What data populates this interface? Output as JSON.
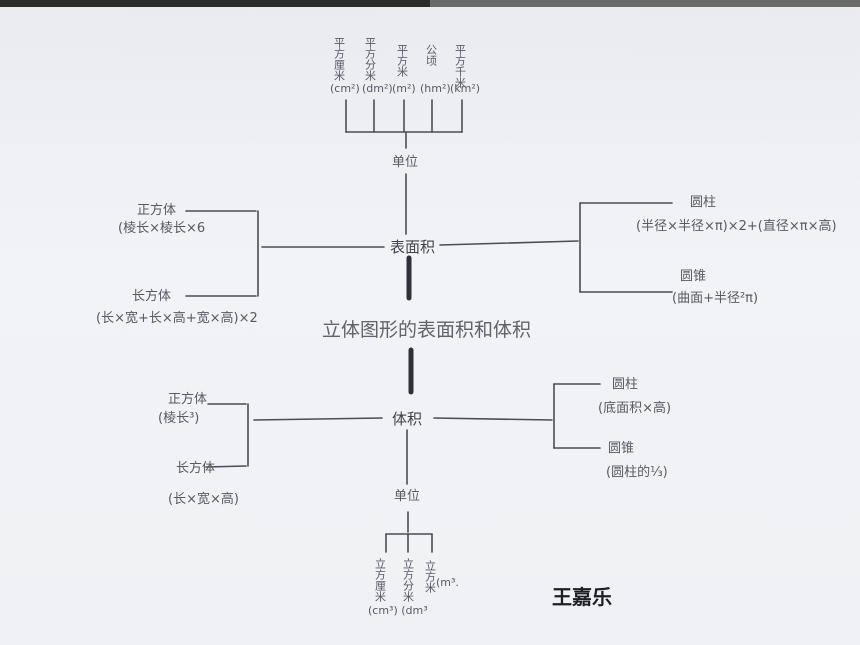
{
  "title": "立体图形的表面积和体积",
  "surface_area": {
    "hub": "表面积",
    "unit_hub": "单位",
    "units": [
      {
        "name": "平方厘米",
        "sym": "(cm²)"
      },
      {
        "name": "平方分米",
        "sym": "(dm²)"
      },
      {
        "name": "平方米",
        "sym": "(m²)"
      },
      {
        "name": "公顷",
        "sym": "(hm²)"
      },
      {
        "name": "平方千米",
        "sym": "(km²)"
      }
    ],
    "left": [
      {
        "name": "正方体",
        "formula": "(棱长×棱长×6"
      },
      {
        "name": "长方体",
        "formula": "(长×宽+长×高+宽×高)×2"
      }
    ],
    "right": [
      {
        "name": "圆柱",
        "formula": "(半径×半径×π)×2+(直径×π×高)"
      },
      {
        "name": "圆锥",
        "formula": "(曲面+半径²π)"
      }
    ]
  },
  "volume": {
    "hub": "体积",
    "unit_hub": "单位",
    "units": [
      {
        "name": "立方厘米"
      },
      {
        "name": "立方分米"
      },
      {
        "name": "立方米",
        "sym": "(m³."
      }
    ],
    "unit_syms": "(cm³) (dm³",
    "left": [
      {
        "name": "正方体",
        "formula": "(棱长³)"
      },
      {
        "name": "长方体",
        "formula": "(长×宽×高)"
      }
    ],
    "right": [
      {
        "name": "圆柱",
        "formula": "(底面积×高)"
      },
      {
        "name": "圆锥",
        "formula": "(圆柱的⅓)"
      }
    ]
  },
  "signature": "王嘉乐"
}
